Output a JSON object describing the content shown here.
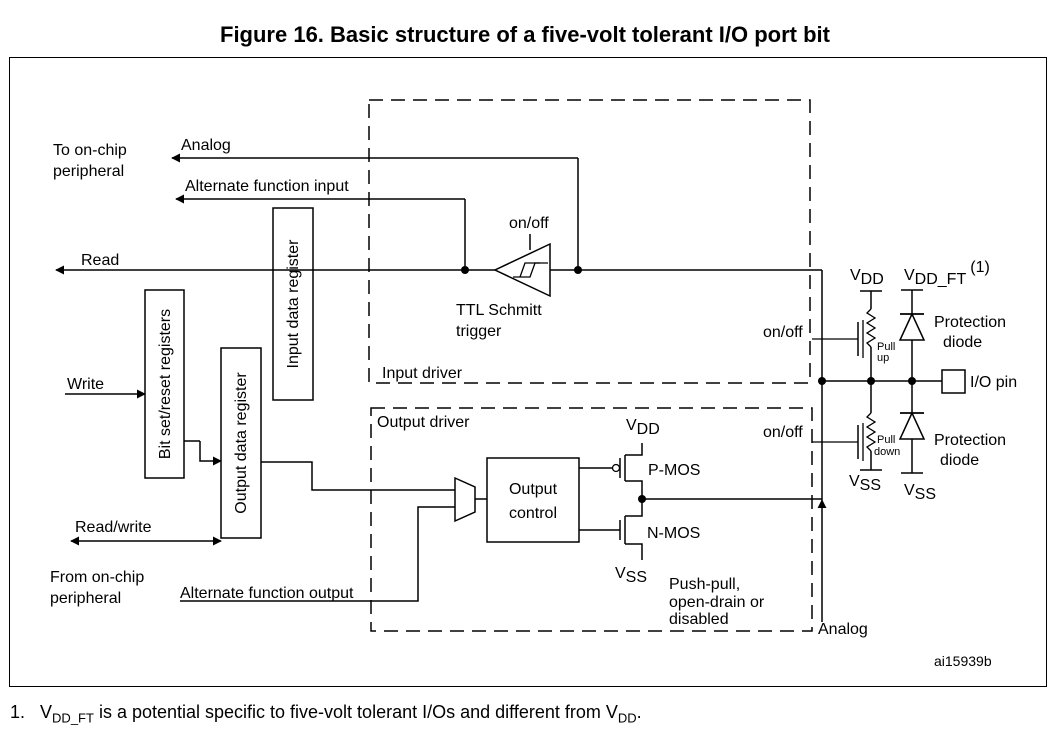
{
  "figure": {
    "title": "Figure 16. Basic structure of a five-volt tolerant I/O port bit",
    "reference_id": "ai15939b"
  },
  "labels": {
    "to_on_chip_peripheral_1": "To on-chip",
    "to_on_chip_peripheral_2": "peripheral",
    "analog_top": "Analog",
    "alternate_function_input": "Alternate function input",
    "read": "Read",
    "write": "Write",
    "read_write": "Read/write",
    "from_on_chip_peripheral_1": "From on-chip",
    "from_on_chip_peripheral_2": "peripheral",
    "alternate_function_output": "Alternate function output",
    "input_data_register": "Input data register",
    "bit_set_reset_registers": "Bit set/reset registers",
    "output_data_register": "Output data register",
    "on_off_schmitt": "on/off",
    "ttl_schmitt_1": "TTL Schmitt",
    "ttl_schmitt_2": "trigger",
    "input_driver": "Input driver",
    "output_driver": "Output driver",
    "output_control_1": "Output",
    "output_control_2": "control",
    "p_mos": "P-MOS",
    "n_mos": "N-MOS",
    "push_pull_1": "Push-pull,",
    "push_pull_2": "open-drain or",
    "push_pull_3": "disabled",
    "analog_bottom": "Analog",
    "on_off_pullup": "on/off",
    "on_off_pulldown": "on/off",
    "pull_up_1": "Pull",
    "pull_up_2": "up",
    "pull_down_1": "Pull",
    "pull_down_2": "down",
    "protection_diode_top_1": "Protection",
    "protection_diode_top_2": "diode",
    "protection_diode_bottom_1": "Protection",
    "protection_diode_bottom_2": "diode",
    "io_pin": "I/O pin",
    "v_letter": "V",
    "vdd_sub": "DD",
    "vss_sub": "SS",
    "vddft_sub": "DD_FT",
    "vddft_footnote_mark": "(1)"
  },
  "footnote": {
    "number": "1.",
    "v1": "V",
    "sub1": "DD_FT",
    "middle": " is a potential specific to five-volt tolerant I/Os and different from V",
    "sub2": "DD",
    "end": "."
  },
  "colors": {
    "line": "#000000",
    "background": "#ffffff"
  }
}
